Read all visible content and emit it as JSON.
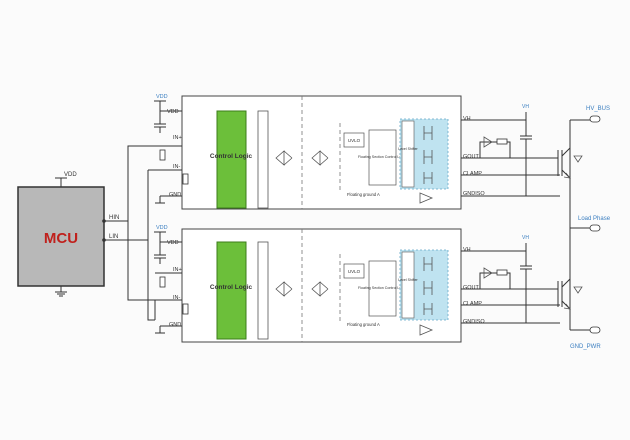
{
  "mcu": {
    "label": "MCU",
    "vdd": "VDD",
    "hin": "HIN",
    "lin": "LIN"
  },
  "driver": {
    "pin_vdd": "VDD",
    "pin_in_pos": "IN+",
    "pin_in_neg": "IN-",
    "pin_gnd": "GND",
    "pin_vh": "VH",
    "pin_gout": "GOUT",
    "pin_clamp": "CLAMP",
    "pin_gndiso": "GNDISO",
    "control_logic": "Control Logic",
    "uvlo": "UVLO",
    "floating_logic": "Floating Section Control Logic",
    "level_shifter": "Level Shifter",
    "floating_ground": "Floating ground A"
  },
  "rails": {
    "hv_bus": "HV_BUS",
    "load_phase": "Load Phase",
    "gnd_pwr": "GND_PWR"
  },
  "colors": {
    "control_logic": "#6cbf3a",
    "driver_stage": "#bfe3f0",
    "annotation": "#3a7ec0"
  }
}
